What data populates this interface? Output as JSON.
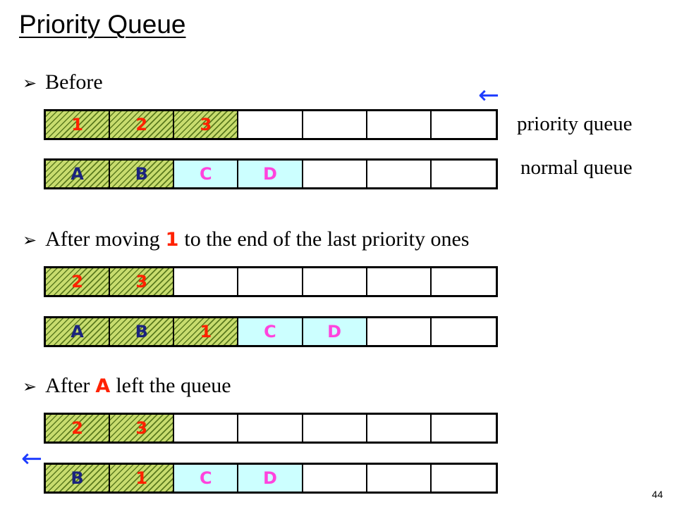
{
  "title": "Priority Queue",
  "bullet_glyph": "➢",
  "sections": {
    "before": {
      "label": "Before"
    },
    "after_moving": {
      "prefix": "After moving",
      "highlight": "1",
      "suffix": "to the end of the last priority ones"
    },
    "after_left": {
      "prefix": "After",
      "highlight": "A",
      "suffix": "left the queue"
    }
  },
  "labels": {
    "priority_queue": "priority queue",
    "normal_queue": "normal queue"
  },
  "arrow_glyph": "←",
  "queues": {
    "before_priority": [
      "1",
      "2",
      "3",
      "",
      "",
      "",
      ""
    ],
    "before_normal": [
      "A",
      "B",
      "C",
      "D",
      "",
      "",
      ""
    ],
    "moved_priority": [
      "2",
      "3",
      "",
      "",
      "",
      "",
      ""
    ],
    "moved_normal": [
      "A",
      "B",
      "1",
      "C",
      "D",
      "",
      ""
    ],
    "left_priority": [
      "2",
      "3",
      "",
      "",
      "",
      "",
      ""
    ],
    "left_normal": [
      "B",
      "1",
      "C",
      "D",
      "",
      "",
      ""
    ]
  },
  "colors": {
    "hatch": "#c8dc6e",
    "cyan": "#ccffff",
    "priority_text": "#ff2200",
    "normal_hatched_text": "#1a237e",
    "normal_cyan_text": "#ff44dd",
    "pointer": "#1e3cff"
  },
  "page_number": "44"
}
